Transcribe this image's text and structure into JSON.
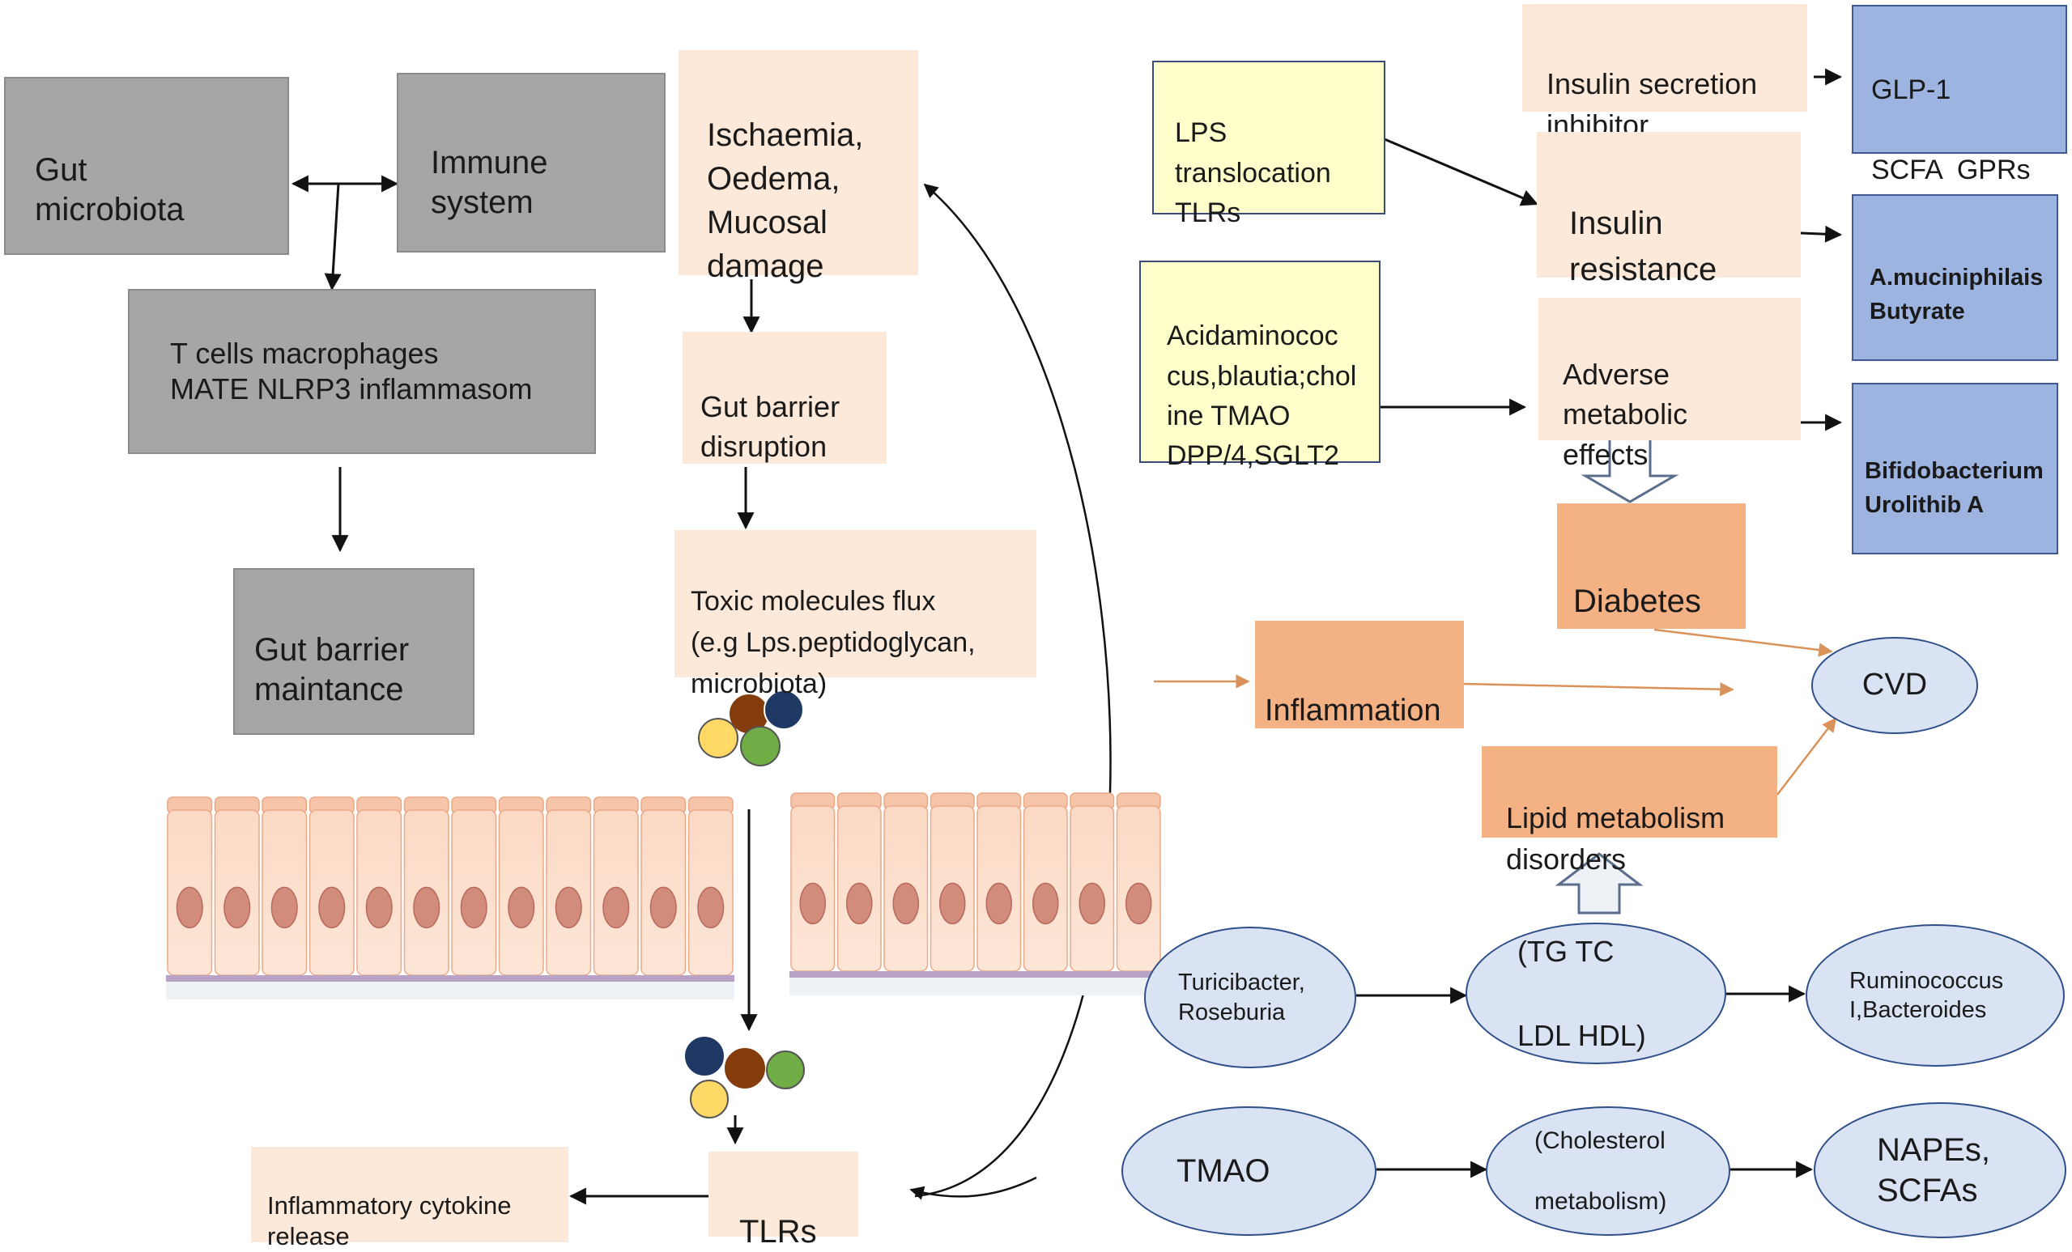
{
  "gut_microbiota": "Gut\nmicrobiota",
  "immune_system": "Immune\nsystem",
  "t_cells": "T cells macrophages\nMATE NLRP3 inflammasom",
  "gut_barrier_maintance": "Gut barrier\nmaintance",
  "ischaemia": "Ischaemia,\nOedema,\nMucosal\ndamage",
  "gut_barrier_disruption": "Gut barrier\ndisruption",
  "toxic_flux": "Toxic molecules flux\n(e.g Lps.peptidoglycan,\nmicrobiota)",
  "tlrs": "TLRs",
  "cytokine_release": "Inflammatory cytokine\nrelease",
  "lps_translocation": "LPS\ntranslocation\nTLRs",
  "acidaminococcus": "Acidaminococ\ncus,blautia;chol\nine TMAO\nDPP/4,SGLT2",
  "insulin_secretion": "Insulin secretion\ninhibitor",
  "insulin_resistance": "Insulin\nresistance",
  "adverse_effects": "Adverse\nmetabolic\neffects",
  "glp1_line1": "GLP-1",
  "glp1_line2": "SCFA  GPRs",
  "akkermansia": "A.muciniphilais\nButyrate",
  "bifidobacterium": "Bifidobacterium\nUrolithib A",
  "diabetes": "Diabetes",
  "inflammation": "Inflammation",
  "cvd": "CVD",
  "lipid_disorders": "Lipid metabolism\ndisorders",
  "turicibacter": "Turicibacter,\nRoseburia",
  "lipids_line1": "(TG TC",
  "lipids_line2": "LDL HDL)",
  "ruminococcus": "Ruminococcus\nI,Bacteroides",
  "tmao": "TMAO",
  "cholesterol_line1": "(Cholesterol",
  "cholesterol_line2": "metabolism)",
  "napes": "NAPEs,\nSCFAs",
  "colors": {
    "grey_box": "#a6a6a6",
    "peach_box": "#fde9d9",
    "orange_box": "#f4b183",
    "yellow_box": "#ffffcc",
    "blue_box": "#9db3e0",
    "ellipse": "#dae3f3",
    "orange_arrow": "#d9925a",
    "molecule_navy": "#1f3864",
    "molecule_brown": "#843c0c",
    "molecule_green": "#70ad47",
    "molecule_yellow": "#ffd966"
  }
}
